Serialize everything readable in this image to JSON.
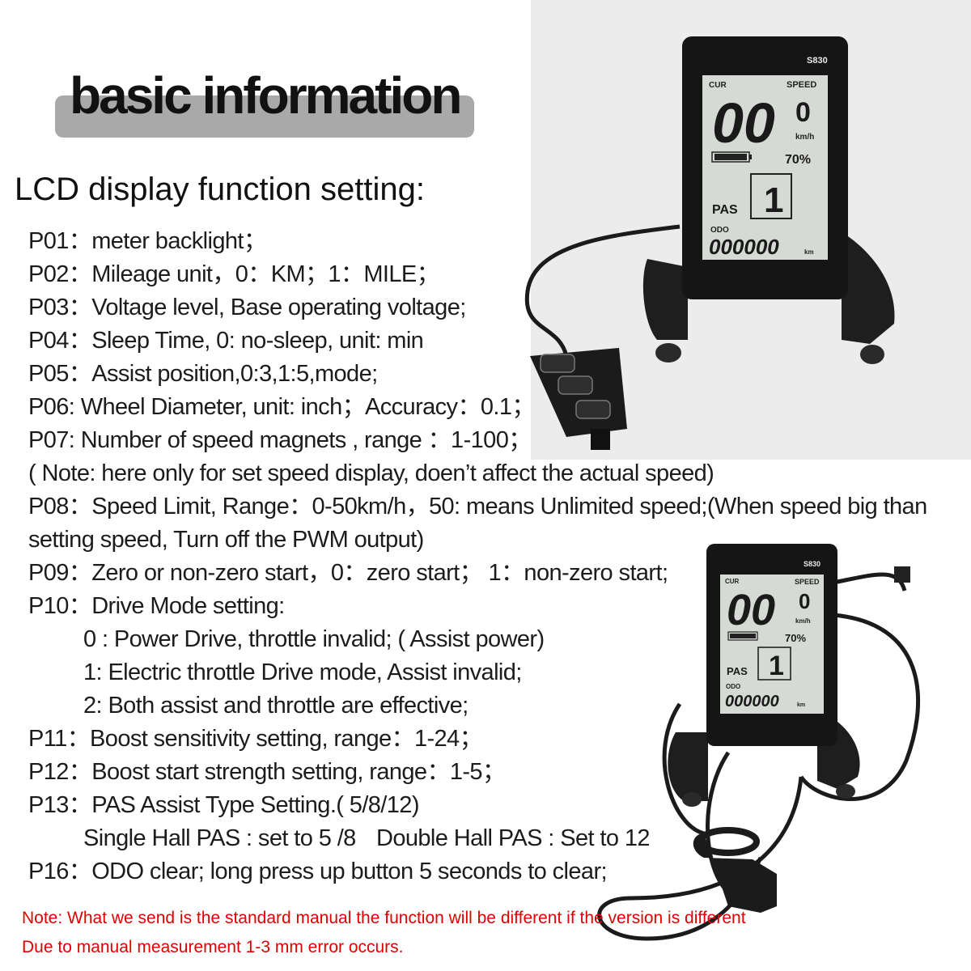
{
  "heading": "basic information",
  "subheading": "LCD display function setting:",
  "lines": [
    "P01：meter backlight；",
    "P02：Mileage unit，0：KM；1：MILE；",
    "P03：Voltage level, Base operating voltage;",
    "P04：Sleep Time, 0: no-sleep, unit: min",
    "P05：Assist position,0:3,1:5,mode;",
    "P06: Wheel Diameter, unit: inch；Accuracy：0.1；",
    "P07: Number of speed magnets , range ：1-100；",
    "( Note: here only for set speed display, doen’t affect the actual speed)",
    "P08：Speed Limit, Range：0-50km/h，50: means Unlimited speed;(When speed big than",
    "setting speed, Turn off the PWM output)",
    "P09：Zero or non-zero start，0：zero start；   1：non-zero start;",
    "P10：Drive Mode setting:",
    "0 : Power Drive, throttle invalid; ( Assist power)",
    "1: Electric throttle Drive mode, Assist invalid;",
    "2: Both assist and throttle are effective;",
    "P11：Boost sensitivity setting, range：1-24；",
    "P12：Boost start strength setting, range：1-5；",
    "P13：PAS Assist Type Setting.( 5/8/12)",
    "Single Hall PAS : set to 5 /8",
    "Double Hall PAS : Set to 12",
    "P16：ODO clear; long press up button 5 seconds to clear;"
  ],
  "notes": [
    "Note: What we send is the standard manual the function will be different if the version is different",
    "Due to manual measurement 1-3 mm error occurs."
  ],
  "display": {
    "model": "S830",
    "cur_label": "CUR",
    "speed_label": "SPEED",
    "speed_int": "00",
    "speed_dec": "0",
    "speed_unit": "km/h",
    "battery_percent": "70%",
    "pas_label": "PAS",
    "pas_level": "1",
    "odo_label": "ODO",
    "odo_value": "000000",
    "odo_unit": "km"
  },
  "colors": {
    "note_red": "#e00000",
    "lcd_screen": "#d7dbd6",
    "body_black": "#141414"
  }
}
